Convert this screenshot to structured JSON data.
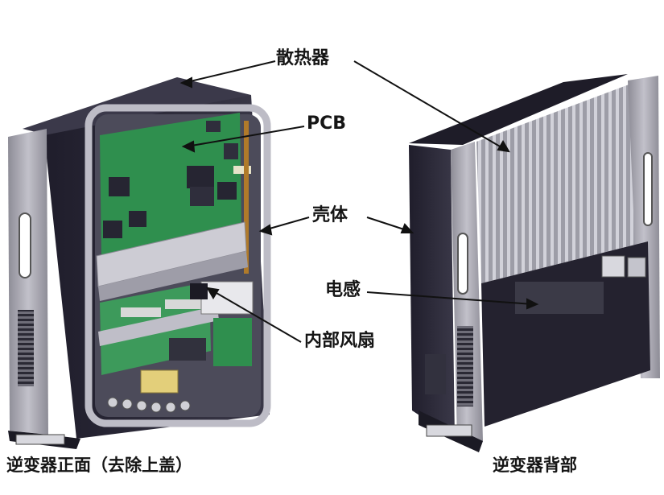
{
  "labels": {
    "heatsink": "散热器",
    "pcb": "PCB",
    "housing": "壳体",
    "inductor": "电感",
    "internal_fan": "内部风扇"
  },
  "captions": {
    "front": "逆变器正面（去除上盖）",
    "back": "逆变器背部"
  },
  "colors": {
    "housing_dark": "#2a2838",
    "panel_silver": "#a7a6b0",
    "pcb_green": "#2f8f4e",
    "fin_grey": "#b9b9c2",
    "leader_line": "#111111"
  }
}
